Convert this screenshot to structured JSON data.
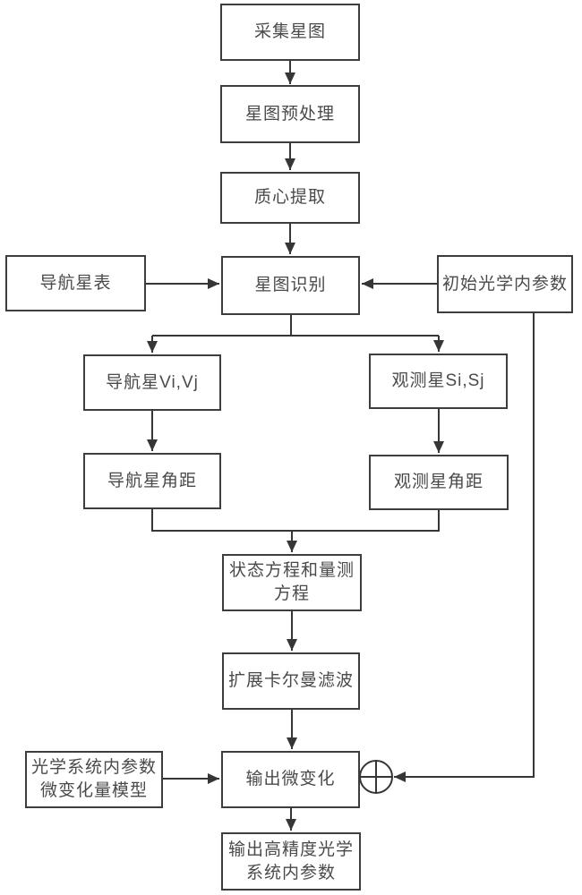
{
  "colors": {
    "background": "#ffffff",
    "line": "#363636",
    "box_border": "#3d3d3d",
    "text": "#4a4a4a"
  },
  "nodes": {
    "collect": {
      "label": "采集星图"
    },
    "preprocess": {
      "label": "星图预处理"
    },
    "centroid": {
      "label": "质心提取"
    },
    "catalog": {
      "label": "导航星表"
    },
    "identify": {
      "label": "星图识别"
    },
    "init_params": {
      "label": "初始光学内参数"
    },
    "nav_stars": {
      "label": "导航星Vi,Vj"
    },
    "obs_stars": {
      "label": "观测星Si,Sj"
    },
    "nav_dist": {
      "label": "导航星角距"
    },
    "obs_dist": {
      "label": "观测星角距"
    },
    "state_eq": {
      "label": "状态方程和量测\n方程"
    },
    "ekf": {
      "label": "扩展卡尔曼滤波"
    },
    "micro_out": {
      "label": "输出微变化"
    },
    "model": {
      "label": "光学系统内参数\n微变化量模型"
    },
    "final": {
      "label": "输出高精度光学\n系统内参数"
    }
  }
}
